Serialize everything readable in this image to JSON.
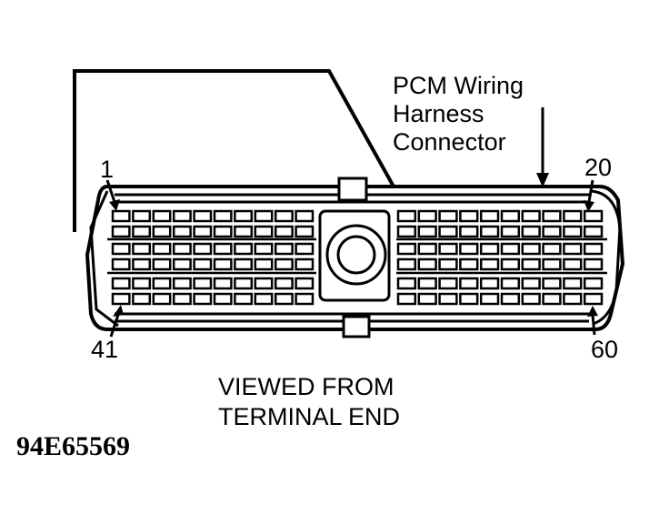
{
  "callout": {
    "lines": [
      "PCM Wiring",
      "Harness",
      "Connector"
    ]
  },
  "pins": {
    "top_left": "1",
    "top_right": "20",
    "bottom_left": "41",
    "bottom_right": "60"
  },
  "caption": {
    "lines": [
      "VIEWED FROM",
      "TERMINAL END"
    ]
  },
  "figure_id": "94E65569",
  "colors": {
    "ink": "#000000",
    "paper": "#ffffff"
  }
}
